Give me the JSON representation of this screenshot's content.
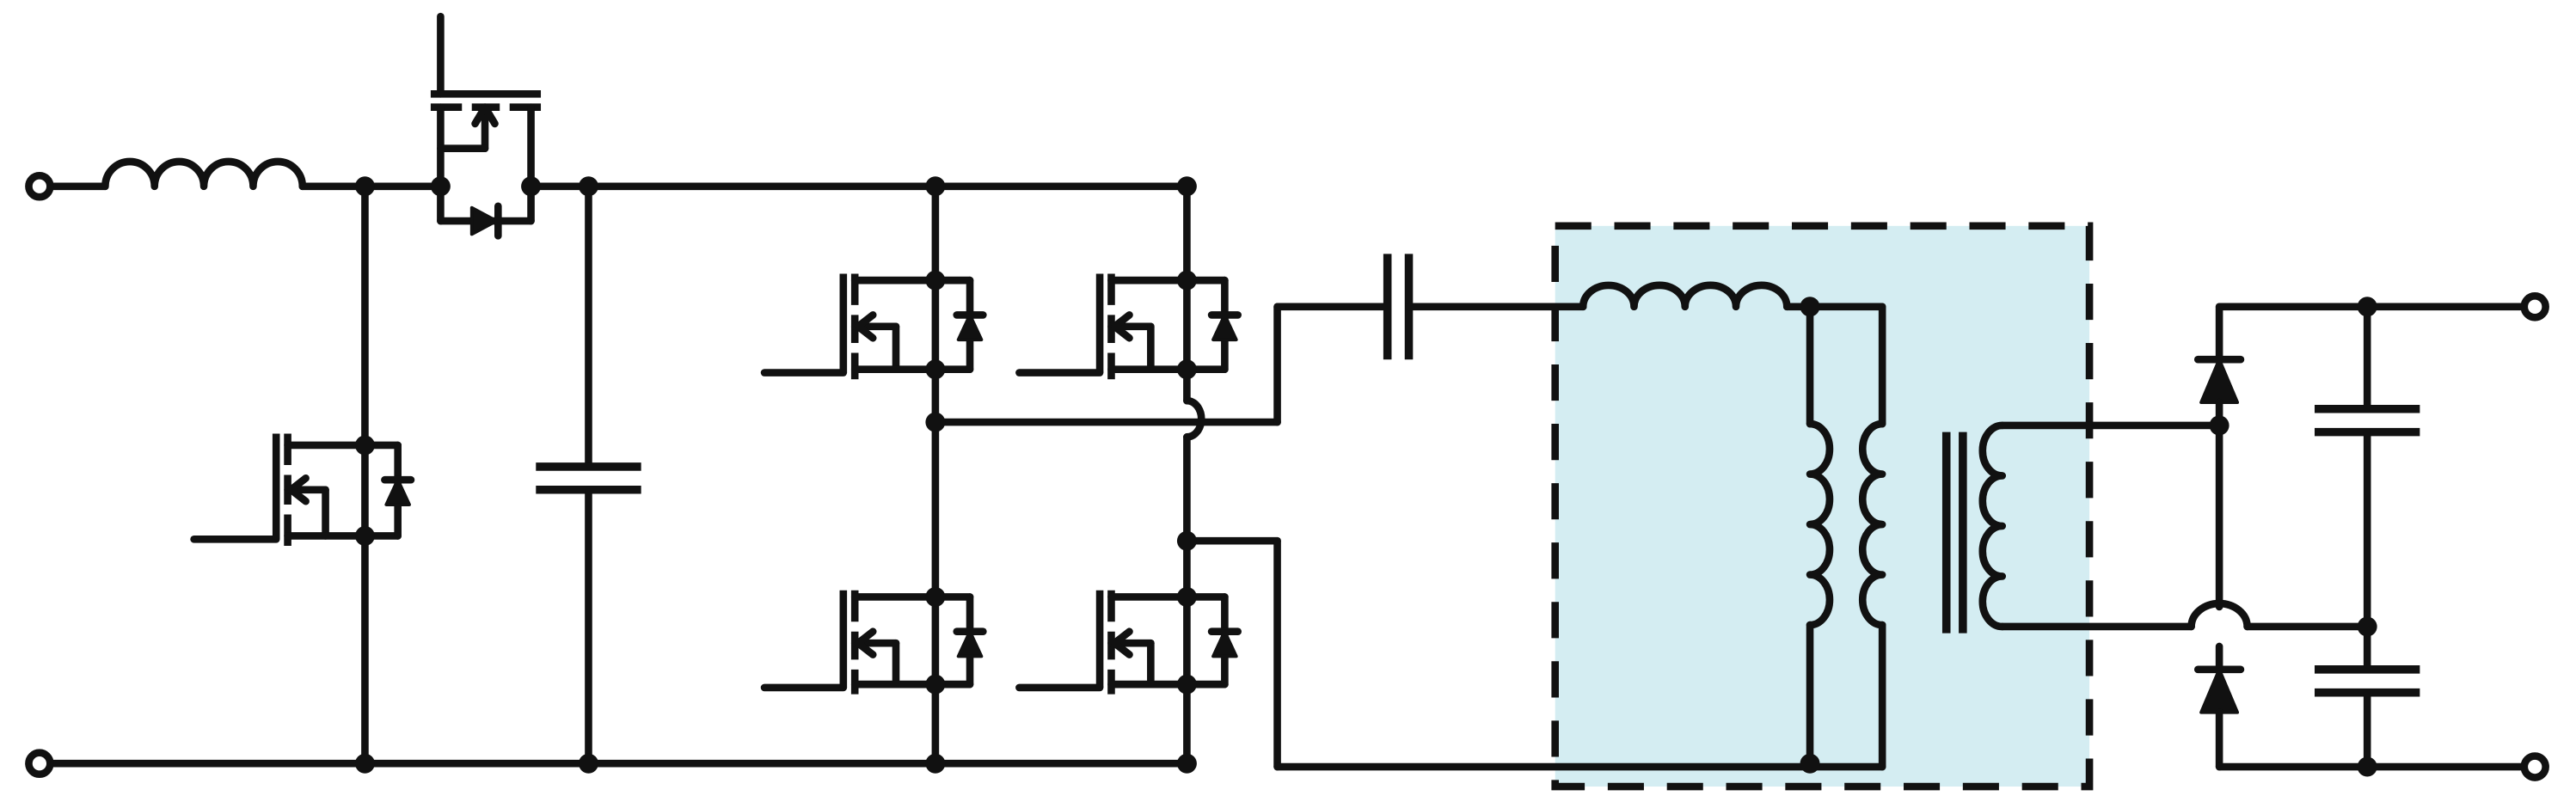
{
  "diagram": {
    "kind": "circuit-schematic",
    "highlight_fill": "#d4edf2",
    "wire_color": "#111111",
    "components": [
      "input-inductor",
      "input-mosfet-with-diode",
      "boost-switch-with-diode",
      "bulk-capacitor",
      "full-bridge-mosfets",
      "resonant-capacitor",
      "resonant-inductor",
      "magnetizing-inductor",
      "transformer",
      "output-rectifier-diodes",
      "output-capacitors"
    ]
  }
}
